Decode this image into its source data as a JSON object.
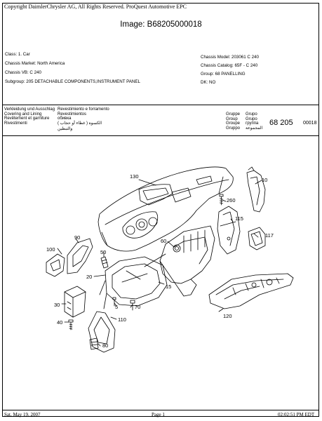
{
  "header": {
    "copyright": "Copyright DaimlerChrysler AG, All Rights Reserved. ProQuest Automotive EPC",
    "image_id": "Image: B68205000018"
  },
  "info_left": [
    "Class: 1. Car",
    "Chassis Market: North America",
    "Chassis VB: C 240",
    "Subgroup: 205 DETACHABLE COMPONENTS,INSTRUMENT PANEL"
  ],
  "info_right": [
    "Chassis Model: 203061 C 240",
    "Chassis Catalog: 65F - C 240",
    "Group: 68 PANELLING",
    "DK: NO"
  ],
  "title_block": {
    "col1": [
      "Verkleidung und Ausschlag",
      "Covering and Lining",
      "Revêtement et garniture",
      "Rivestimenti"
    ],
    "col2": [
      "Revestimiento e forramento",
      "Revestimientos",
      "обивка",
      "الكسوة ( غطاء أو حجاب )"
    ],
    "col2_extra": "والتبطين",
    "col3": [
      "Gruppe",
      "Group",
      "Groupe",
      "Gruppo"
    ],
    "col4": [
      "Grupo",
      "Grupo",
      "группа",
      "المجموعة"
    ],
    "group_number": "68 205",
    "sheet_number": "00018"
  },
  "labels": {
    "p130": "130",
    "p10": "10",
    "p260": "260",
    "p115": "115",
    "p117": "117",
    "p90": "90",
    "p100": "100",
    "p50": "50",
    "p60": "60",
    "p20": "20",
    "p15": "15",
    "p5": "5",
    "p70": "70",
    "p30": "30",
    "p40": "40",
    "p110": "110",
    "p120": "120",
    "p80": "80"
  },
  "footer": {
    "date": "Sat, May 19, 2007",
    "page": "Page 1",
    "time": "02:02:51 PM EDT"
  }
}
